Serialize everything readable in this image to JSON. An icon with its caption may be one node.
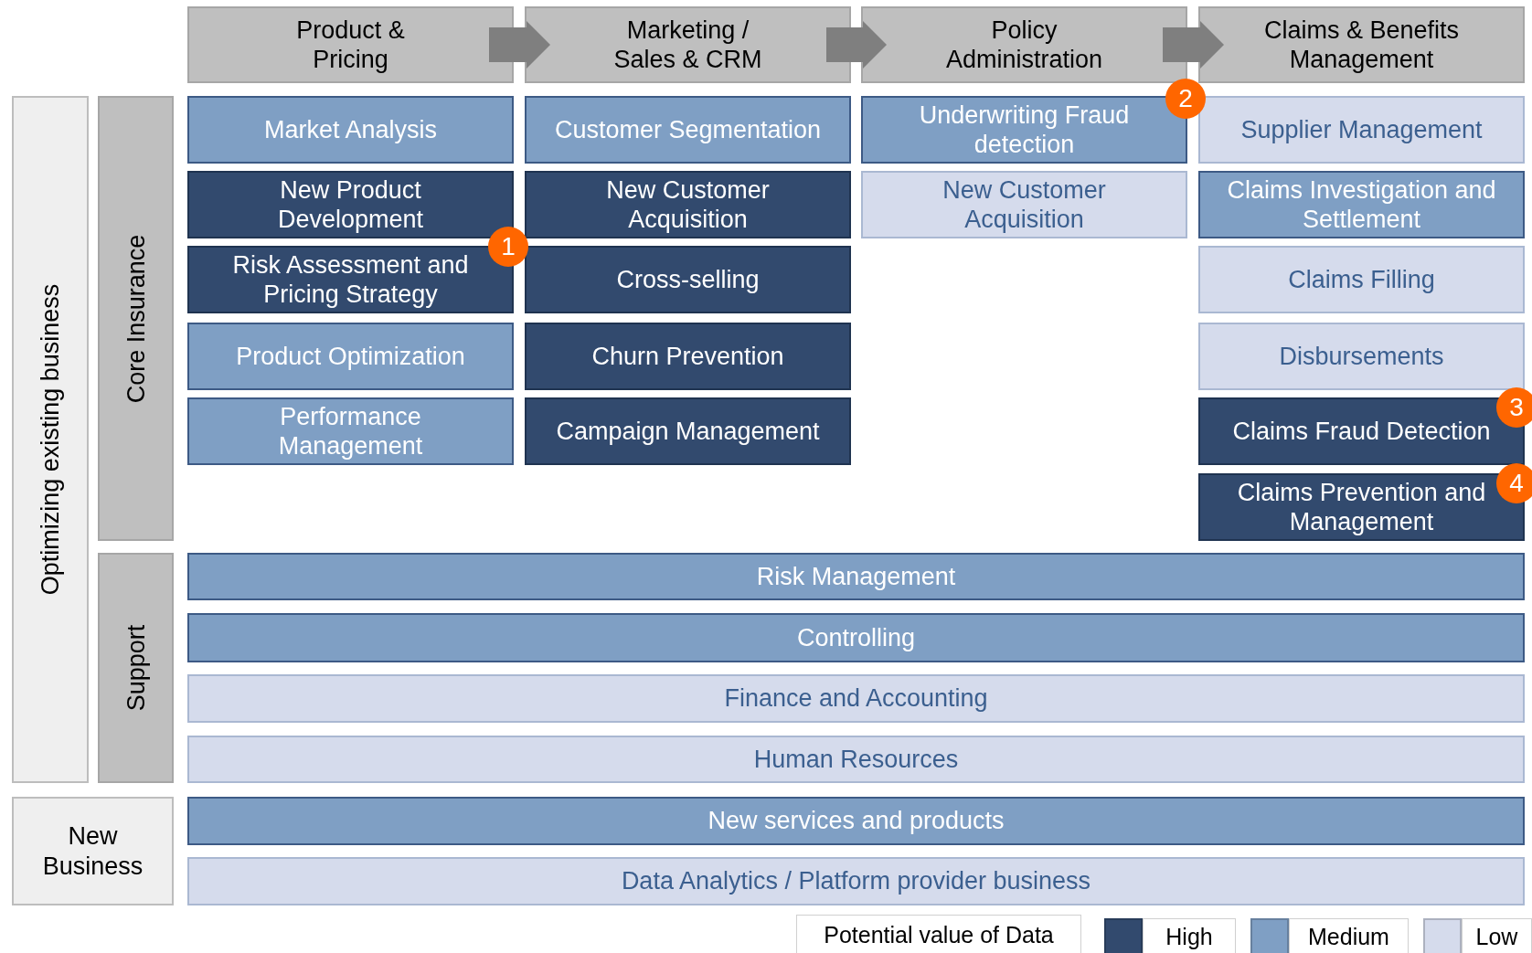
{
  "diagram": {
    "nodes": [
      {
        "text": [
          "Product & Pricing"
        ]
      },
      {
        "text": [
          "Marketing / Sales & CRM"
        ]
      },
      {
        "text": [
          "Policy Administration"
        ]
      },
      {
        "text": [
          "Claims & Benefits Management"
        ]
      },
      {
        "text": [
          "Optimizing existing business"
        ]
      },
      {
        "text": [
          "Core Insurance"
        ]
      },
      {
        "text": [
          "Market Analysis"
        ]
      },
      {
        "text": [
          "Customer Segmentation"
        ]
      },
      {
        "text": [
          "Underwriting Fraud detection"
        ]
      },
      {
        "text": [
          "Supplier Management"
        ]
      },
      {
        "text": [
          "New Product Development"
        ]
      },
      {
        "text": [
          "New Customer Acquisition"
        ]
      },
      {
        "text": [
          "New Customer Acquisition"
        ]
      },
      {
        "text": [
          "Claims Investigation and Settlement"
        ]
      },
      {
        "text": [
          "Risk Assessment and Pricing Strategy"
        ]
      },
      {
        "text": [
          "Cross-selling"
        ]
      },
      {
        "text": [
          "Claims Filling"
        ]
      },
      {
        "text": [
          "Product Optimization"
        ]
      },
      {
        "text": [
          "Churn Prevention"
        ]
      },
      {
        "text": [
          "Disbursements"
        ]
      },
      {
        "text": [
          "Performance Management"
        ]
      },
      {
        "text": [
          "Campaign Management"
        ]
      },
      {
        "text": [
          "Claims Fraud Detection"
        ]
      },
      {
        "text": [
          "Claims Prevention and Management"
        ]
      },
      {
        "text": [
          "Support"
        ]
      },
      {
        "text": [
          "Risk Management"
        ]
      },
      {
        "text": [
          "Controlling"
        ]
      },
      {
        "text": [
          "Finance and Accounting"
        ]
      },
      {
        "text": [
          "Human Resources"
        ]
      },
      {
        "text": [
          "New Business"
        ]
      },
      {
        "text": [
          "New services and products"
        ]
      },
      {
        "text": [
          "Data Analytics / Platform provider business"
        ]
      }
    ],
    "edges": [
      {
        "from": 0,
        "to": 1,
        "arrow": "to"
      },
      {
        "from": 1,
        "to": 2,
        "arrow": "to"
      },
      {
        "from": 2,
        "to": 3,
        "arrow": "to"
      }
    ],
    "labels": [
      "1",
      "2",
      "3",
      "4",
      "Potential value of Data"
    ],
    "legend": [
      {
        "text": "High",
        "color": "#324a6e"
      },
      {
        "text": "Medium",
        "color": "#7f9fc4"
      },
      {
        "text": "Low",
        "color": "#d5dbec"
      }
    ]
  }
}
